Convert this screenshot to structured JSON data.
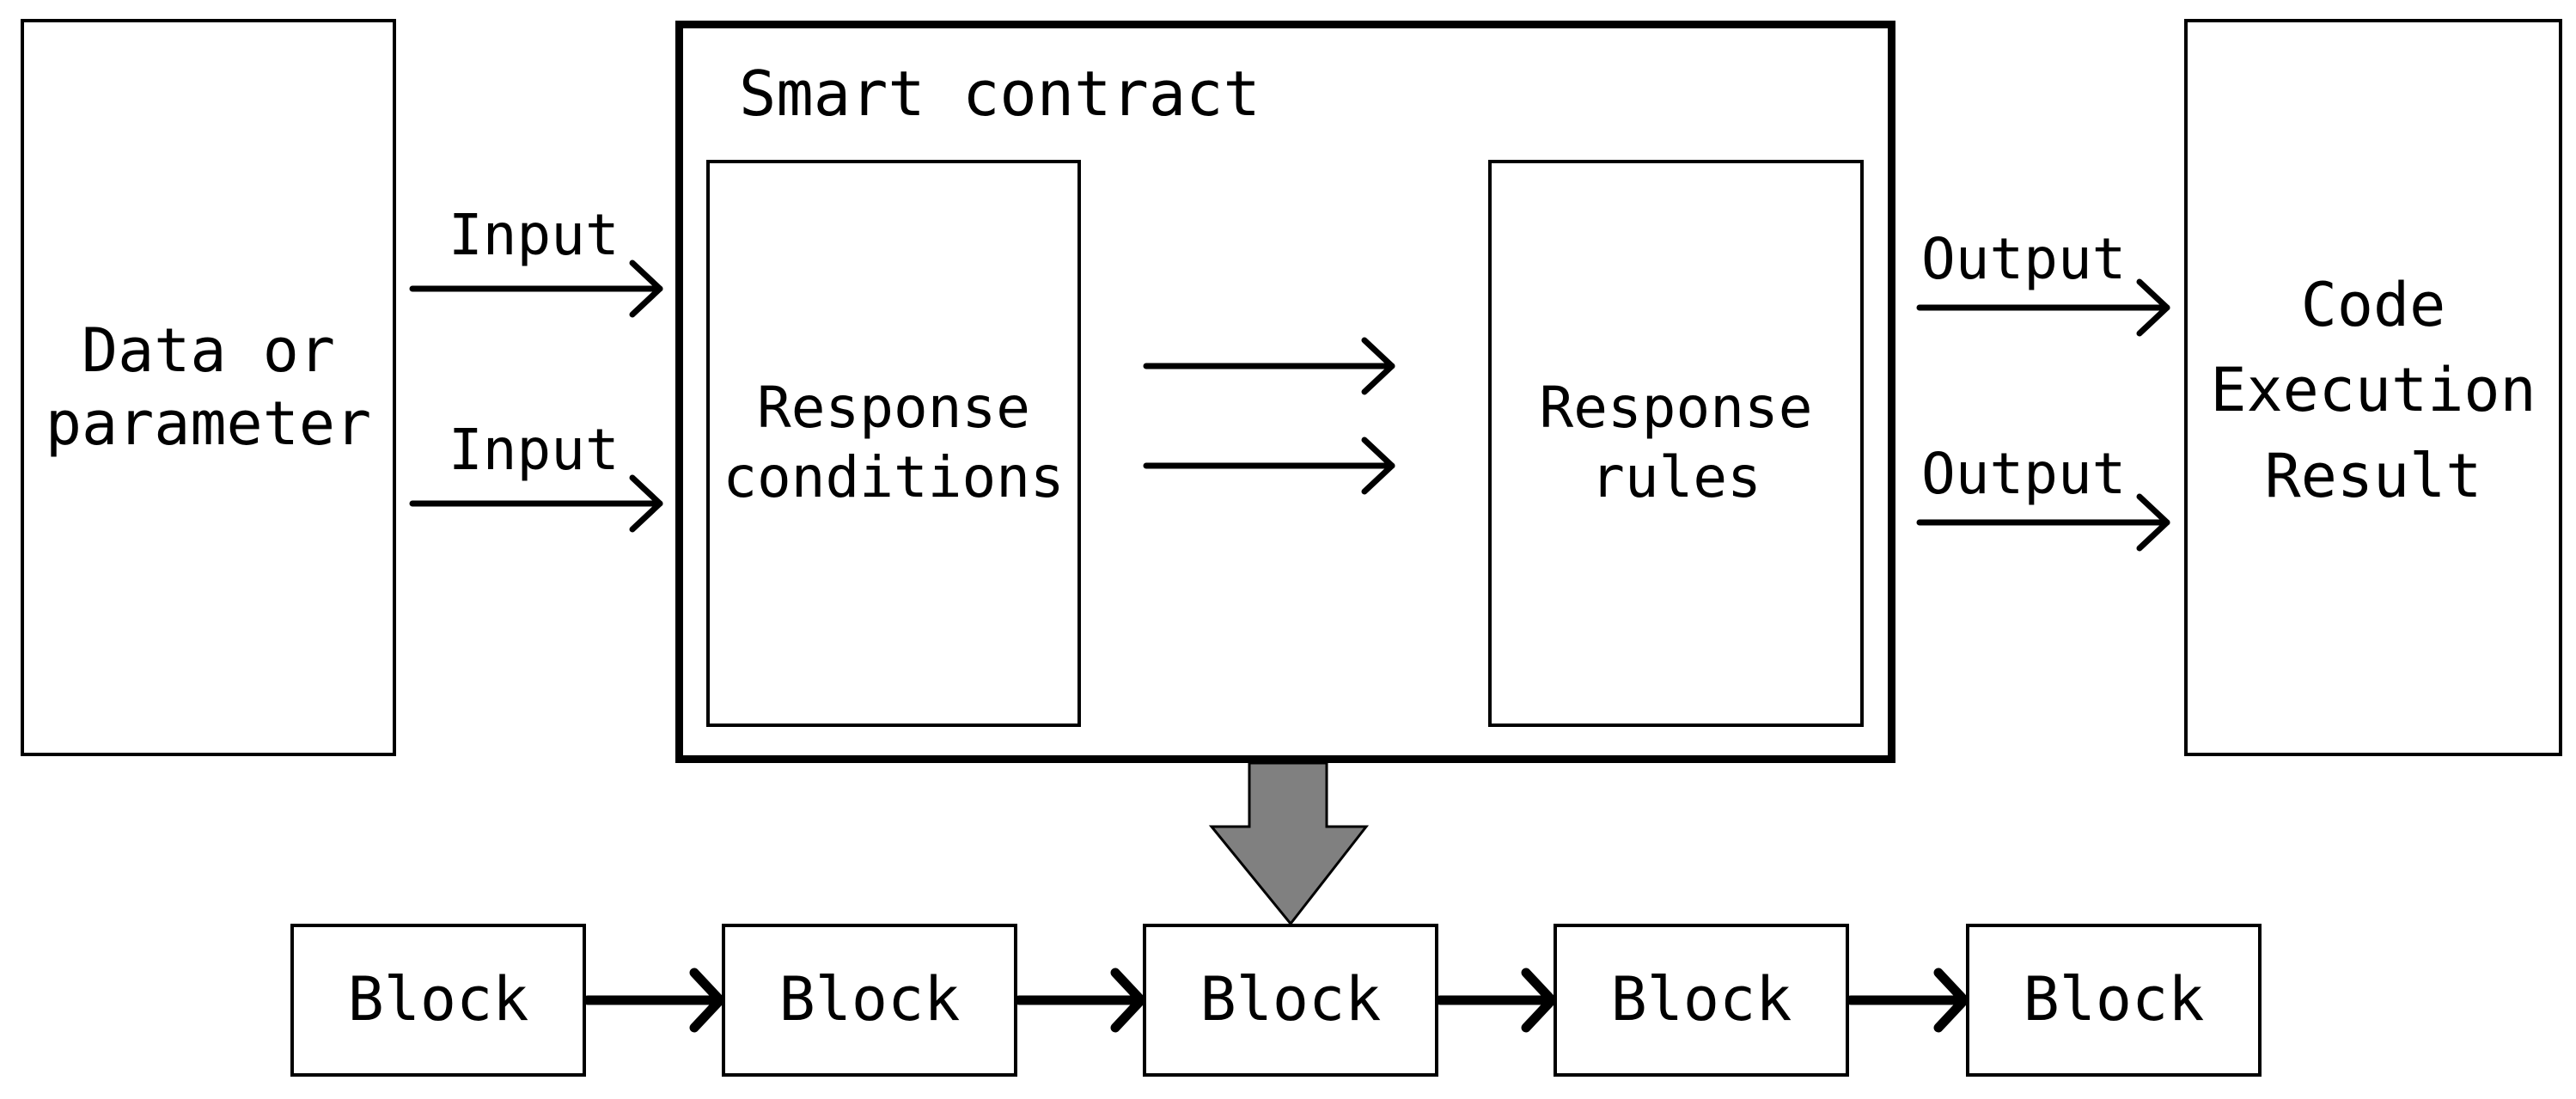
{
  "data_box": {
    "text": "Data or\nparameter"
  },
  "contract": {
    "title": "Smart contract",
    "conditions": "Response\nconditions",
    "rules": "Response\nrules"
  },
  "inputs": [
    "Input",
    "Input"
  ],
  "outputs": [
    "Output",
    "Output"
  ],
  "result_box": {
    "text": "Code\nExecution\nResult"
  },
  "blocks": [
    "Block",
    "Block",
    "Block",
    "Block",
    "Block"
  ],
  "colors": {
    "stroke": "#000000",
    "down_arrow_fill": "#808080",
    "background": "#ffffff"
  }
}
